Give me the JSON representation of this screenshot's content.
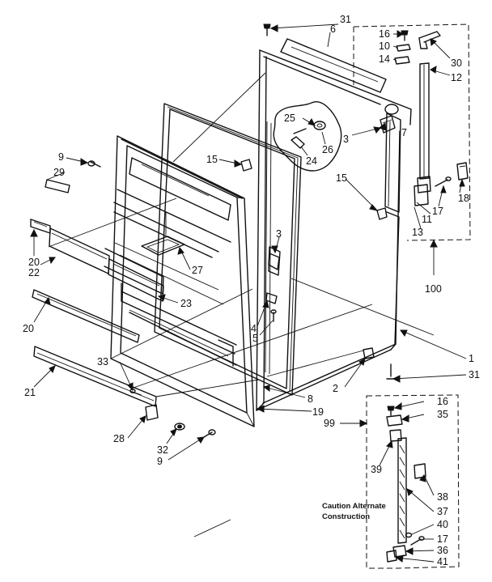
{
  "callouts": {
    "p1": "1",
    "p2": "2",
    "p3a": "3",
    "p3b": "3",
    "p4": "4",
    "p5": "5",
    "p6": "6",
    "p7": "7",
    "p8": "8",
    "p9a": "9",
    "p9b": "9",
    "p10": "10",
    "p11": "11",
    "p12": "12",
    "p13": "13",
    "p14": "14",
    "p15a": "15",
    "p15b": "15",
    "p16a": "16",
    "p16b": "16",
    "p17a": "17",
    "p17b": "17",
    "p18": "18",
    "p19": "19",
    "p20a": "20",
    "p20b": "20",
    "p21": "21",
    "p22": "22",
    "p23": "23",
    "p24": "24",
    "p25": "25",
    "p26": "26",
    "p27": "27",
    "p28": "28",
    "p29": "29",
    "p30": "30",
    "p31a": "31",
    "p31b": "31",
    "p32": "32",
    "p33": "33",
    "p35": "35",
    "p36": "36",
    "p37": "37",
    "p38": "38",
    "p39": "39",
    "p40": "40",
    "p41": "41",
    "p99": "99",
    "p100": "100"
  },
  "caution_note": {
    "line1": "Caution Alternate",
    "line2": "Construction"
  }
}
